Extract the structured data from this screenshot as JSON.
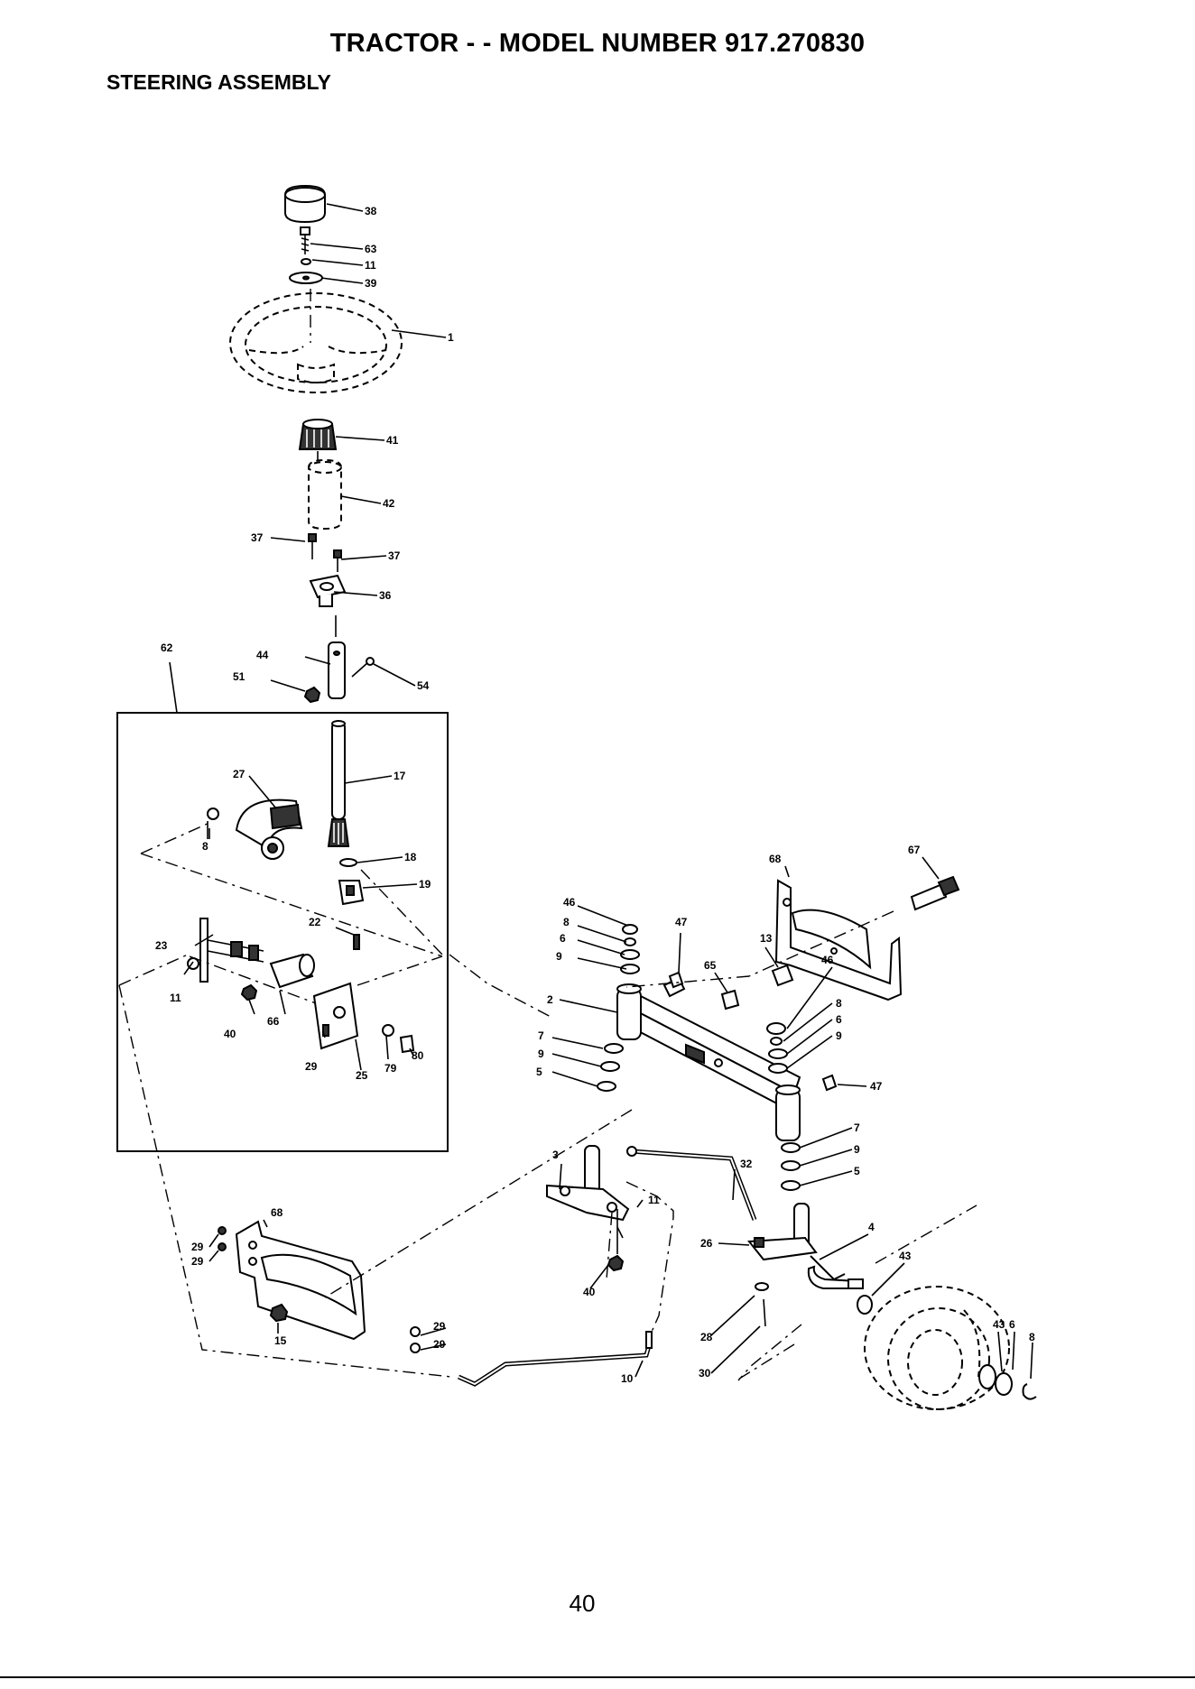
{
  "document": {
    "title": "TRACTOR - - MODEL NUMBER 917.270830",
    "subtitle": "STEERING ASSEMBLY",
    "page_number": "40"
  },
  "callouts": [
    "38",
    "63",
    "11",
    "39",
    "1",
    "41",
    "42",
    "37",
    "37",
    "36",
    "62",
    "44",
    "51",
    "54",
    "27",
    "17",
    "8",
    "18",
    "19",
    "22",
    "23",
    "11",
    "40",
    "66",
    "29",
    "25",
    "79",
    "80",
    "68",
    "67",
    "46",
    "8",
    "6",
    "9",
    "47",
    "13",
    "65",
    "2",
    "46",
    "8",
    "6",
    "9",
    "47",
    "7",
    "9",
    "5",
    "7",
    "9",
    "5",
    "3",
    "11",
    "32",
    "26",
    "4",
    "40",
    "43",
    "68",
    "29",
    "29",
    "29",
    "29",
    "15",
    "10",
    "28",
    "30",
    "43",
    "6",
    "8"
  ]
}
